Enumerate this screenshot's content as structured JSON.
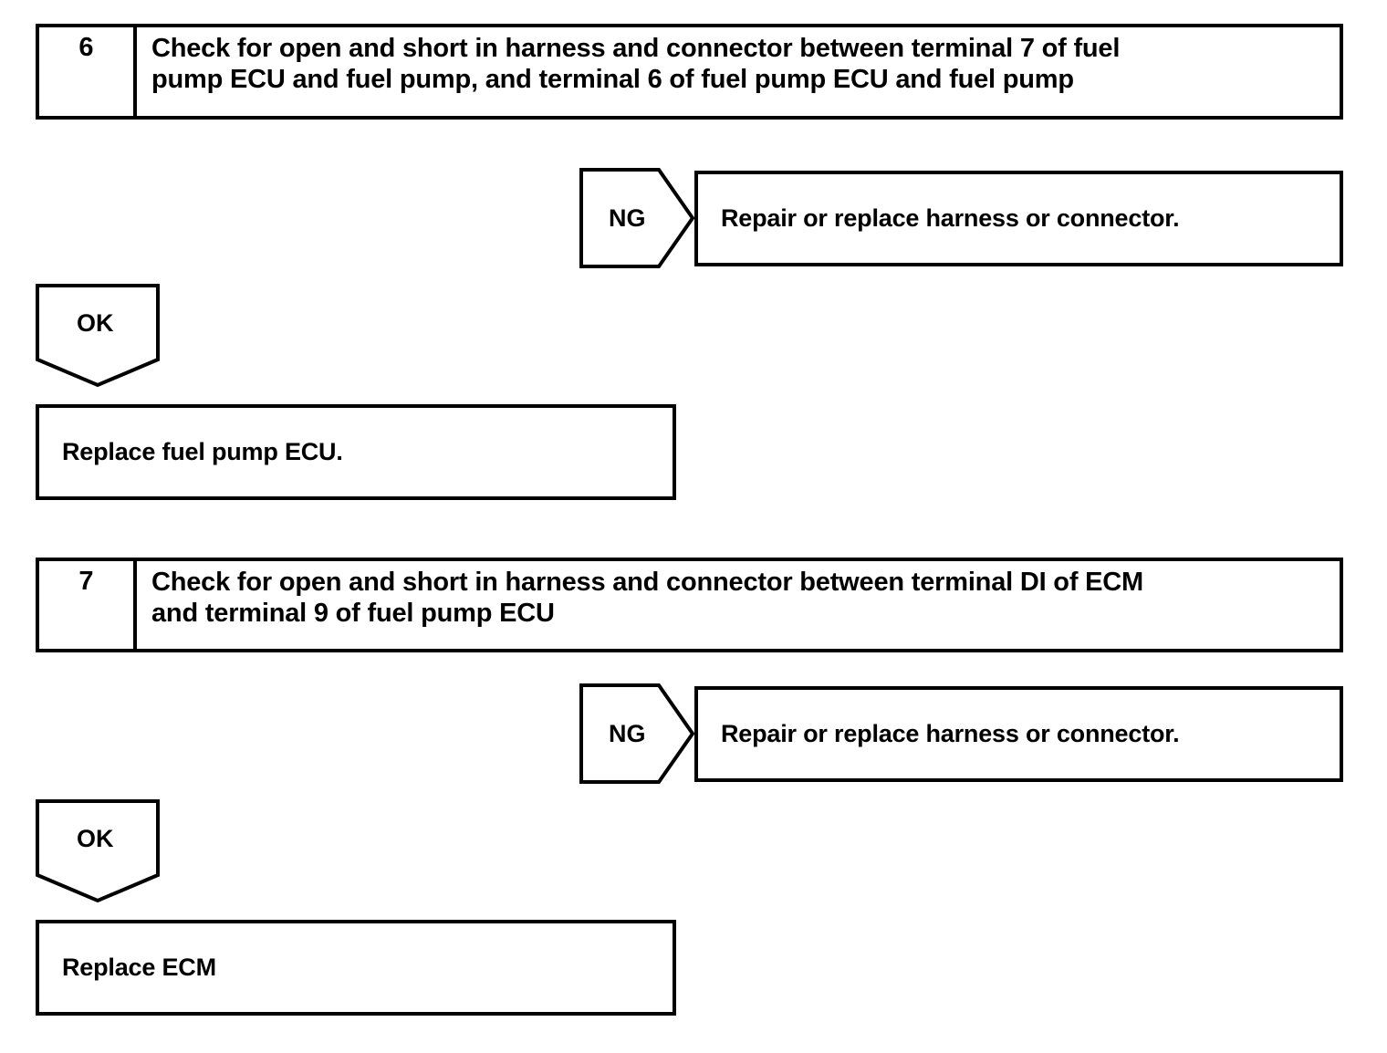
{
  "page": {
    "title": "Fuel pump ECU / ECM diagnostic troubleshooting flowchart",
    "background_color": "#ffffff",
    "line_color": "#000000"
  },
  "sections": [
    {
      "id": "step-6",
      "step_number": "6",
      "step_text": "Check for open and short in harness and connector between terminal 7 of fuel\npump ECU and fuel pump, and terminal 6 of fuel pump ECU and fuel pump",
      "ng": {
        "label": "NG",
        "result_text": "Repair or replace harness or connector."
      },
      "ok": {
        "label": "OK",
        "result_text": "Replace fuel pump ECU."
      }
    },
    {
      "id": "step-7",
      "step_number": "7",
      "step_text": "Check for open and short in harness and connector between terminal DI of ECM\nand terminal 9 of fuel pump ECU",
      "ng": {
        "label": "NG",
        "result_text": "Repair or replace harness or connector."
      },
      "ok": {
        "label": "OK",
        "result_text": "Replace ECM"
      }
    }
  ]
}
